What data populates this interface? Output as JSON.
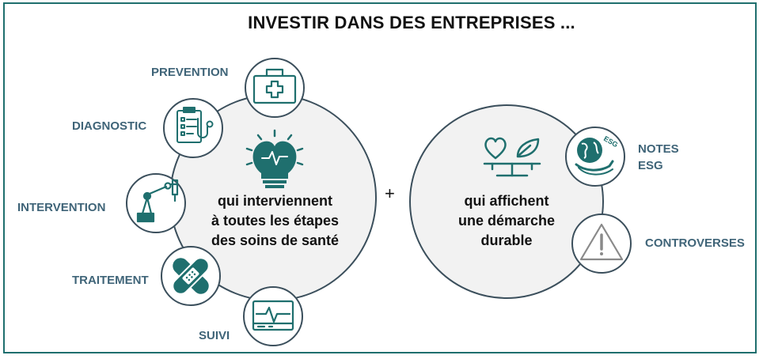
{
  "title": "INVESTIR DANS DES ENTREPRISES ...",
  "left_circle": {
    "lines": [
      "qui interviennent",
      "à toutes les étapes",
      "des soins de santé"
    ]
  },
  "connector": "+",
  "right_circle": {
    "lines": [
      "qui affichent",
      "une démarche",
      "durable"
    ]
  },
  "stages": {
    "prevention": "PREVENTION",
    "diagnostic": "DIAGNOSTIC",
    "intervention": "INTERVENTION",
    "traitement": "TRAITEMENT",
    "suivi": "SUIVI"
  },
  "criteria": {
    "notes_line1": "NOTES",
    "notes_line2": "ESG",
    "controverses": "CONTROVERSES"
  },
  "esg_badge": "ESG",
  "colors": {
    "teal": "#1f6f6e",
    "circle_stroke": "#3b4f5c",
    "circle_fill": "#f2f2f2",
    "label": "#3f6478"
  }
}
